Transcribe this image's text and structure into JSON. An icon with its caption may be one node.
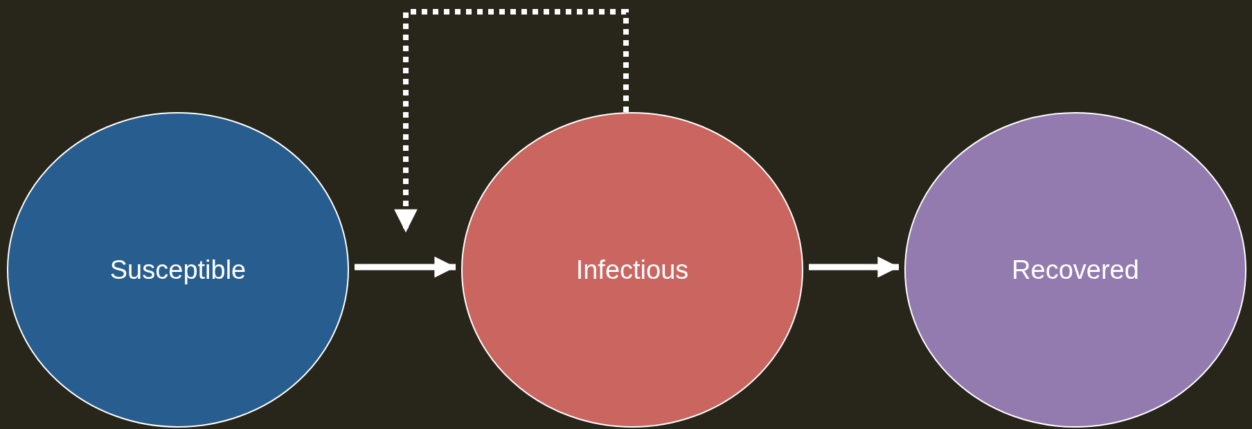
{
  "diagram": {
    "nodes": [
      {
        "text": [
          "Susceptible"
        ]
      },
      {
        "text": [
          "Infectious"
        ]
      },
      {
        "text": [
          "Recovered"
        ]
      }
    ],
    "edges": [
      {
        "from": 0,
        "to": 1,
        "arrow": "to"
      },
      {
        "from": 1,
        "to": 2,
        "arrow": "to"
      },
      {
        "from": 1,
        "to": null,
        "arrow": "to",
        "style": "dashed"
      }
    ]
  }
}
